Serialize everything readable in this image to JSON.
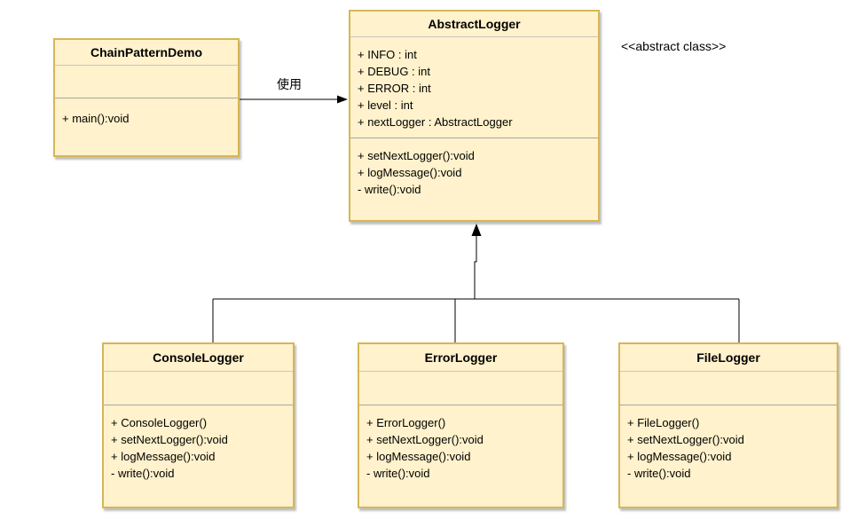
{
  "diagram": {
    "type": "uml-class-diagram",
    "background": "#ffffff",
    "colors": {
      "class_fill": "#fff2cc",
      "class_border": "#d6b656",
      "title_separator": "#c6c6c6",
      "section_separator": "#a6a6a6",
      "connector": "#000000",
      "text": "#000000"
    },
    "classes": [
      {
        "name": "ChainPatternDemo",
        "attributes": [],
        "methods": [
          "+ main():void"
        ]
      },
      {
        "name": "AbstractLogger",
        "attributes": [
          "+ INFO : int",
          "+ DEBUG : int",
          "+ ERROR : int",
          "+ level : int",
          "+ nextLogger : AbstractLogger"
        ],
        "methods": [
          "+ setNextLogger():void",
          "+ logMessage():void",
          "- write():void"
        ]
      },
      {
        "name": "ConsoleLogger",
        "attributes": [],
        "methods": [
          "+ ConsoleLogger()",
          "+ setNextLogger():void",
          "+ logMessage():void",
          "- write():void"
        ]
      },
      {
        "name": "ErrorLogger",
        "attributes": [],
        "methods": [
          "+ ErrorLogger()",
          "+ setNextLogger():void",
          "+ logMessage():void",
          "- write():void"
        ]
      },
      {
        "name": "FileLogger",
        "attributes": [],
        "methods": [
          "+ FileLogger()",
          "+ setNextLogger():void",
          "+ logMessage():void",
          "- write():void"
        ]
      }
    ],
    "edges": [
      {
        "from": "ChainPatternDemo",
        "to": "AbstractLogger",
        "type": "directed-association",
        "label": "使用"
      },
      {
        "from": "ConsoleLogger",
        "to": "AbstractLogger",
        "type": "generalization",
        "label": ""
      },
      {
        "from": "ErrorLogger",
        "to": "AbstractLogger",
        "type": "generalization",
        "label": ""
      },
      {
        "from": "FileLogger",
        "to": "AbstractLogger",
        "type": "generalization",
        "label": ""
      }
    ],
    "annotations": {
      "use_label": "使用",
      "stereotype_note": "<<abstract class>>"
    }
  }
}
